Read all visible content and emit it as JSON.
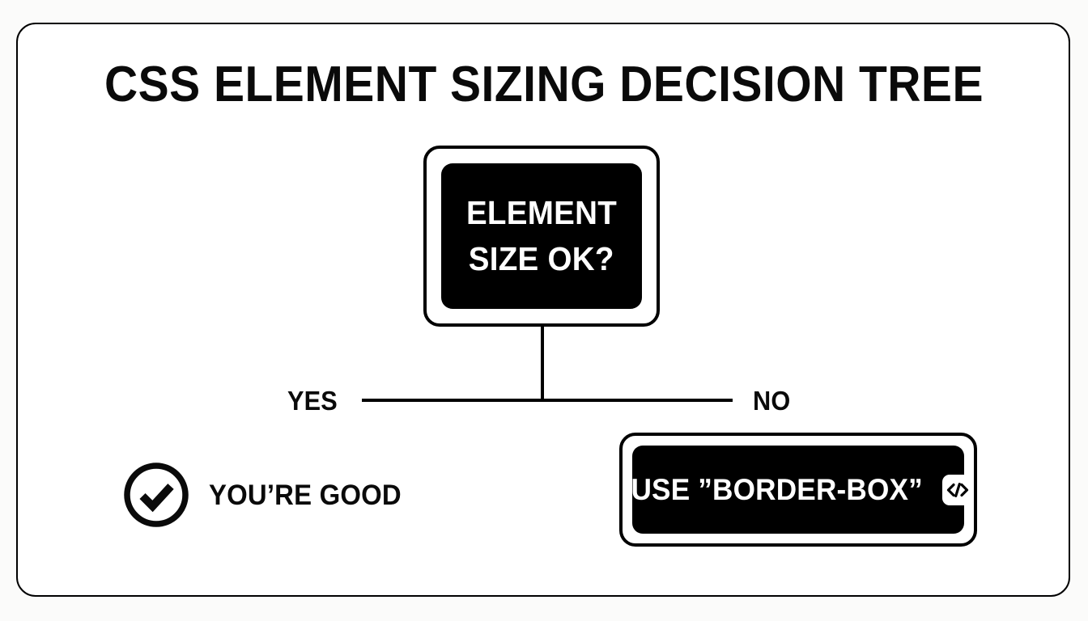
{
  "page": {
    "title": "CSS ELEMENT SIZING DECISION TREE",
    "background_color": "#fbfbfa",
    "card_color": "#ffffff",
    "ink_color": "#000000"
  },
  "diagram": {
    "root_node": {
      "line1": "ELEMENT",
      "line2": "SIZE OK?",
      "fill": "#000000",
      "text_color": "#ffffff"
    },
    "branches": [
      {
        "label": "YES",
        "side": "left"
      },
      {
        "label": "NO",
        "side": "right"
      }
    ],
    "outcomes": {
      "yes": {
        "icon": "check-circle-icon",
        "label": "YOU’RE GOOD",
        "text_color": "#0a0a0a"
      },
      "no": {
        "label": "USE ”BORDER-BOX”",
        "badge_icon": "code-icon",
        "badge_glyph": "</>",
        "fill": "#000000",
        "text_color": "#ffffff",
        "badge_color": "#ffffff"
      }
    }
  }
}
